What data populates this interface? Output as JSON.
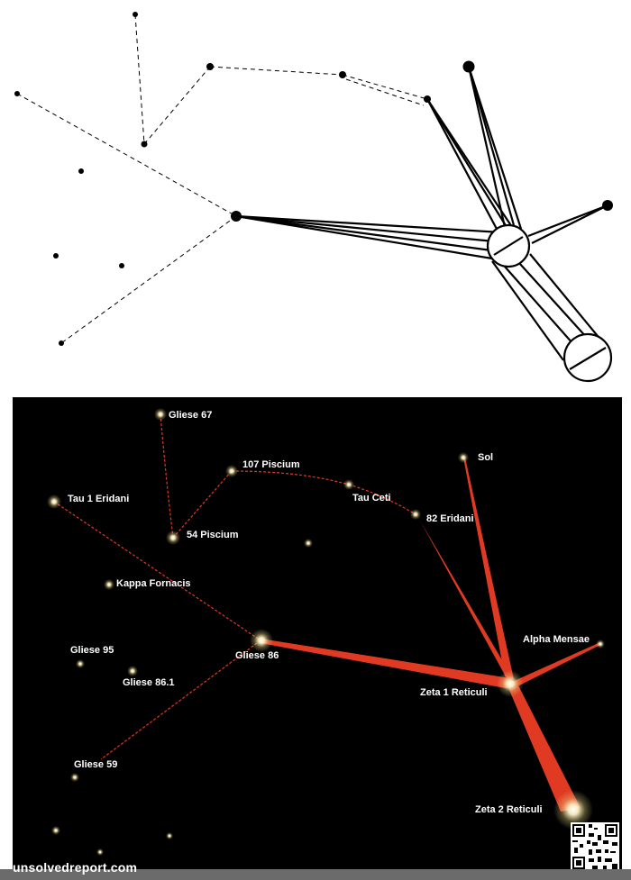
{
  "stars": [
    {
      "id": "gliese-67",
      "label": "Gliese 67"
    },
    {
      "id": "107-piscium",
      "label": "107 Piscium"
    },
    {
      "id": "tau-1-eridani",
      "label": "Tau 1 Eridani"
    },
    {
      "id": "tau-ceti",
      "label": "Tau Ceti"
    },
    {
      "id": "sol",
      "label": "Sol"
    },
    {
      "id": "82-eridani",
      "label": "82 Eridani"
    },
    {
      "id": "54-piscium",
      "label": "54 Piscium"
    },
    {
      "id": "kappa-fornacis",
      "label": "Kappa Fornacis"
    },
    {
      "id": "alpha-mensae",
      "label": "Alpha Mensae"
    },
    {
      "id": "gliese-95",
      "label": "Gliese 95"
    },
    {
      "id": "gliese-86",
      "label": "Gliese 86"
    },
    {
      "id": "gliese-86-1",
      "label": "Gliese 86.1"
    },
    {
      "id": "zeta-1-reticuli",
      "label": "Zeta 1 Reticuli"
    },
    {
      "id": "gliese-59",
      "label": "Gliese 59"
    },
    {
      "id": "zeta-2-reticuli",
      "label": "Zeta 2 Reticuli"
    }
  ],
  "watermark": "unsolvedreport.com",
  "colors": {
    "route": "#e03a22",
    "star": "#fff6d8",
    "background": "#000000"
  }
}
